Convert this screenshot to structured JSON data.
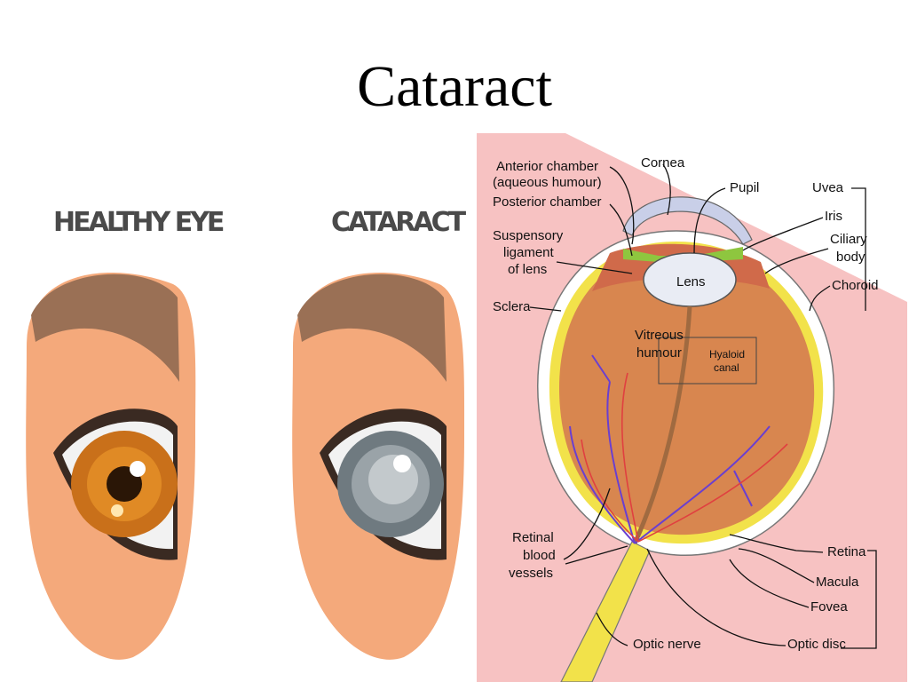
{
  "title": "Cataract",
  "left_panel": {
    "healthy_caption": "HEALTHY EYE",
    "cataract_caption": "CATARACT"
  },
  "anatomy": {
    "labels": {
      "anterior_chamber_1": "Anterior chamber",
      "anterior_chamber_2": "(aqueous humour)",
      "posterior_chamber": "Posterior chamber",
      "cornea": "Cornea",
      "pupil": "Pupil",
      "uvea": "Uvea",
      "iris": "Iris",
      "ciliary_1": "Ciliary",
      "ciliary_2": "body",
      "choroid": "Choroid",
      "suspensory_1": "Suspensory",
      "suspensory_2": "ligament",
      "suspensory_3": "of lens",
      "lens": "Lens",
      "sclera": "Sclera",
      "vitreous_1": "Vitreous",
      "vitreous_2": "humour",
      "hyaloid_1": "Hyaloid",
      "hyaloid_2": "canal",
      "retinal_1": "Retinal",
      "retinal_2": "blood",
      "retinal_3": "vessels",
      "retina": "Retina",
      "macula": "Macula",
      "fovea": "Fovea",
      "optic_nerve": "Optic nerve",
      "optic_disc": "Optic disc"
    }
  },
  "colors": {
    "skin": "#f4a97b",
    "brow": "#9a7055",
    "iris_healthy": "#c9701a",
    "lens_cloudy": "#9aa3a8",
    "background_pink": "#f7c2c2",
    "vitreous": "#d8864f",
    "retina_yellow": "#f2e24a"
  }
}
